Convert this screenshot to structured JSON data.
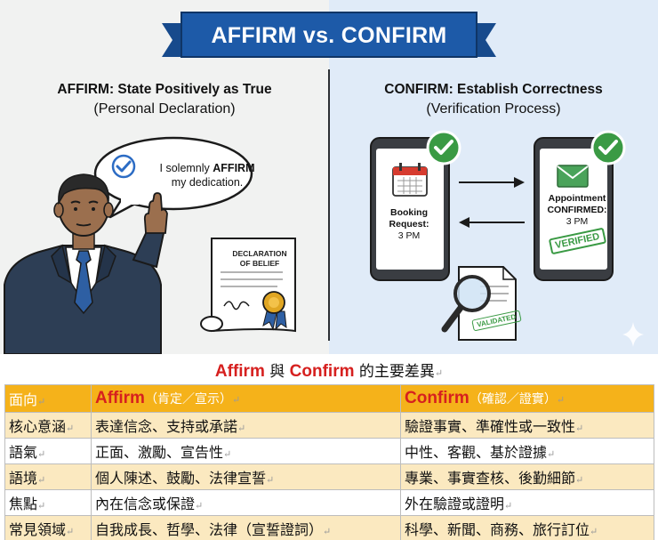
{
  "banner": {
    "title": "AFFIRM vs. CONFIRM"
  },
  "affirm": {
    "title": "AFFIRM: State Positively as True",
    "subtitle": "(Personal Declaration)",
    "bubble_line1_pre": "I solemnly ",
    "bubble_line1_bold": "AFFIRM",
    "bubble_line2": "my dedication.",
    "document_title_line1": "DECLARATION",
    "document_title_line2": "OF BELIEF"
  },
  "confirm": {
    "title": "CONFIRM: Establish Correctness",
    "subtitle": "(Verification Process)",
    "left_phone_line1": "Booking",
    "left_phone_line2": "Request:",
    "left_phone_line3": "3 PM",
    "right_phone_line1": "Appointment",
    "right_phone_line2": "CONFIRMED:",
    "right_phone_line3": "3 PM",
    "stamp_verified": "VERIFIED",
    "stamp_validated": "VALIDATED"
  },
  "table": {
    "title_en1": "Affirm",
    "title_mid": " 與 ",
    "title_en2": "Confirm",
    "title_tail": " 的主要差異",
    "return_mark": "↵",
    "header": {
      "facet": "面向",
      "affirm_en": "Affirm",
      "affirm_sub": "（肯定／宣示）",
      "confirm_en": "Confirm",
      "confirm_sub": "（確認／證實）"
    },
    "rows": [
      {
        "facet": "核心意涵",
        "affirm": "表達信念、支持或承諾",
        "confirm": "驗證事實、準確性或一致性"
      },
      {
        "facet": "語氣",
        "affirm": "正面、激勵、宣告性",
        "confirm": "中性、客觀、基於證據"
      },
      {
        "facet": "語境",
        "affirm": "個人陳述、鼓勵、法律宣誓",
        "confirm": "專業、事實查核、後勤細節"
      },
      {
        "facet": "焦點",
        "affirm": "內在信念或保證",
        "confirm": "外在驗證或證明"
      },
      {
        "facet": "常見領域",
        "affirm": "自我成長、哲學、法律（宣誓證詞）",
        "confirm": "科學、新聞、商務、旅行訂位"
      }
    ]
  },
  "colors": {
    "banner_blue": "#1d5aa8",
    "check_green": "#3a9a44",
    "header_orange": "#f5b21a",
    "row_tint": "#fbe9c0",
    "accent_red": "#d6201f"
  },
  "icons": [
    "checkmark-icon",
    "calendar-icon",
    "envelope-icon",
    "magnifier-icon",
    "seal-icon",
    "sparkle-icon",
    "arrow-right-icon",
    "arrow-left-icon"
  ]
}
